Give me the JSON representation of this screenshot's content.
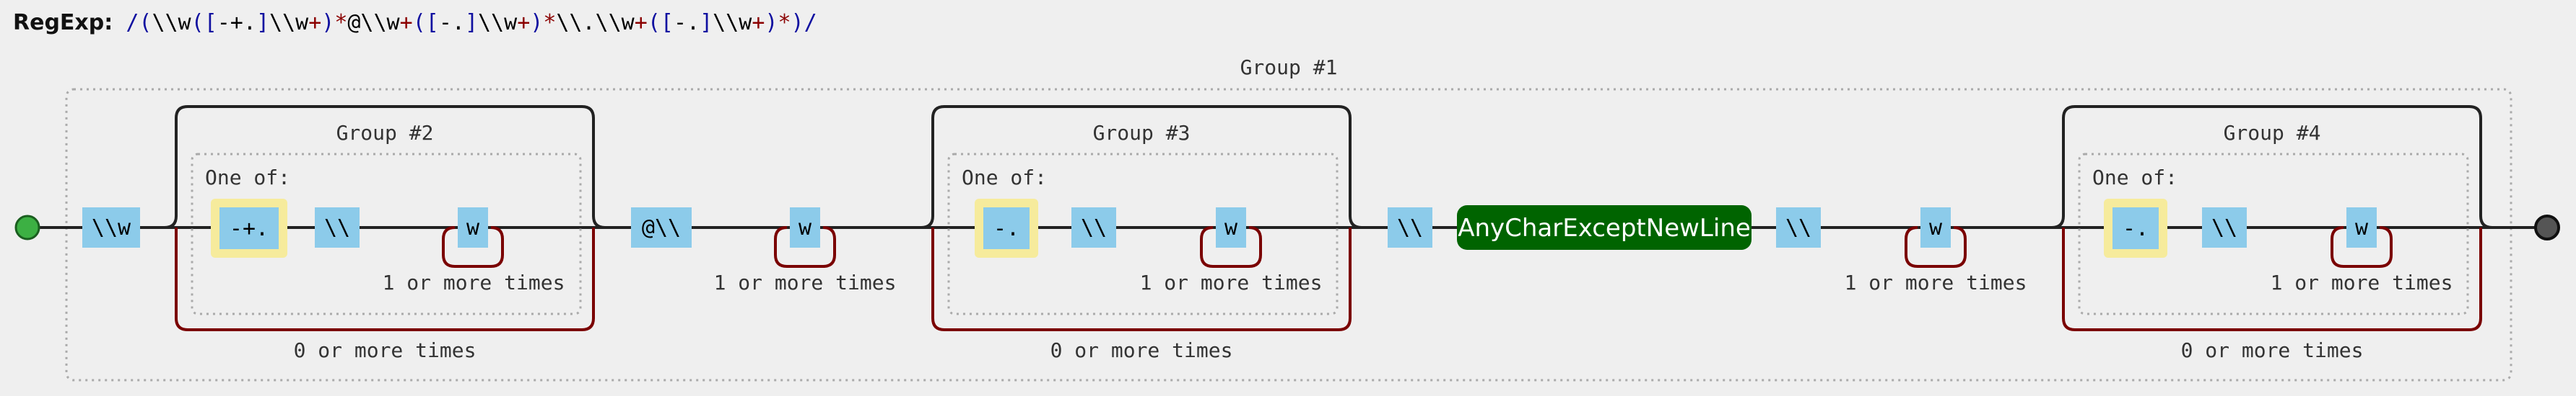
{
  "regex": {
    "label": "RegExp:",
    "parts": [
      {
        "t": "/",
        "c": "rx-grp"
      },
      {
        "t": "(",
        "c": "rx-grp"
      },
      {
        "t": "\\\\w",
        "c": "rx-lit"
      },
      {
        "t": "(",
        "c": "rx-grp"
      },
      {
        "t": "[",
        "c": "rx-grp"
      },
      {
        "t": "-+.",
        "c": "rx-lit"
      },
      {
        "t": "]",
        "c": "rx-grp"
      },
      {
        "t": "\\\\w",
        "c": "rx-lit"
      },
      {
        "t": "+",
        "c": "rx-q"
      },
      {
        "t": ")",
        "c": "rx-grp"
      },
      {
        "t": "*",
        "c": "rx-q"
      },
      {
        "t": "@\\\\w",
        "c": "rx-lit"
      },
      {
        "t": "+",
        "c": "rx-q"
      },
      {
        "t": "(",
        "c": "rx-grp"
      },
      {
        "t": "[",
        "c": "rx-grp"
      },
      {
        "t": "-.",
        "c": "rx-lit"
      },
      {
        "t": "]",
        "c": "rx-grp"
      },
      {
        "t": "\\\\w",
        "c": "rx-lit"
      },
      {
        "t": "+",
        "c": "rx-q"
      },
      {
        "t": ")",
        "c": "rx-grp"
      },
      {
        "t": "*",
        "c": "rx-q"
      },
      {
        "t": "\\\\.\\\\w",
        "c": "rx-lit"
      },
      {
        "t": "+",
        "c": "rx-q"
      },
      {
        "t": "(",
        "c": "rx-grp"
      },
      {
        "t": "[",
        "c": "rx-grp"
      },
      {
        "t": "-.",
        "c": "rx-lit"
      },
      {
        "t": "]",
        "c": "rx-grp"
      },
      {
        "t": "\\\\w",
        "c": "rx-lit"
      },
      {
        "t": "+",
        "c": "rx-q"
      },
      {
        "t": ")",
        "c": "rx-grp"
      },
      {
        "t": "*",
        "c": "rx-q"
      },
      {
        "t": ")",
        "c": "rx-grp"
      },
      {
        "t": "/",
        "c": "rx-grp"
      }
    ]
  },
  "diagram": {
    "group1_label": "Group #1",
    "group2_label": "Group #2",
    "group3_label": "Group #3",
    "group4_label": "Group #4",
    "one_of": "One of:",
    "one_or_more": "1 or more times",
    "zero_or_more": "0 or more times",
    "lit_bslash_w": "\\\\w",
    "set_g2": "-+.",
    "set_g3": "-.",
    "set_g4": "-.",
    "lit_bslash": "\\\\",
    "lit_w": "w",
    "lit_at_bslash": "@\\\\",
    "any_char": "AnyCharExceptNewLine"
  },
  "colors": {
    "literal_fill": "#8ccbea",
    "charset_fill": "#f6eb9c",
    "any_fill": "#006400",
    "loop_stroke": "#7a0000",
    "group_stroke": "#222222",
    "dotted": "#aaaaaa",
    "start_fill": "#3cb043",
    "end_fill": "#555555"
  }
}
